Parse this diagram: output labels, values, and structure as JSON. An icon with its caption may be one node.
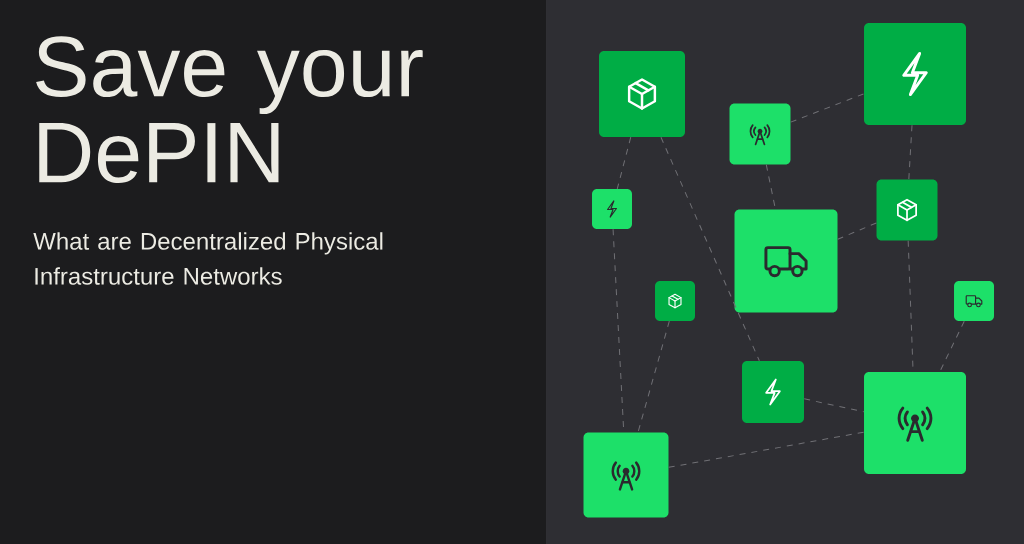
{
  "diagram": {
    "title": "Save your DePIN",
    "nodes": [
      {
        "text": [],
        "shape": "box"
      },
      {
        "text": [],
        "shape": "box"
      },
      {
        "text": [],
        "shape": "box"
      },
      {
        "text": [],
        "shape": "box"
      },
      {
        "text": [],
        "shape": "box"
      },
      {
        "text": [],
        "shape": "box"
      },
      {
        "text": [],
        "shape": "box"
      },
      {
        "text": [],
        "shape": "box"
      },
      {
        "text": [],
        "shape": "box"
      },
      {
        "text": [],
        "shape": "box"
      },
      {
        "text": [],
        "shape": "box"
      }
    ],
    "edges": [
      {
        "from": 0,
        "to": 3,
        "arrow": "none"
      },
      {
        "from": 0,
        "to": 8,
        "arrow": "none"
      },
      {
        "from": 1,
        "to": 2,
        "arrow": "none"
      },
      {
        "from": 1,
        "to": 4,
        "arrow": "none"
      },
      {
        "from": 2,
        "to": 5,
        "arrow": "none"
      },
      {
        "from": 5,
        "to": 4,
        "arrow": "none"
      },
      {
        "from": 5,
        "to": 9,
        "arrow": "none"
      },
      {
        "from": 3,
        "to": 10,
        "arrow": "none"
      },
      {
        "from": 6,
        "to": 10,
        "arrow": "none"
      },
      {
        "from": 8,
        "to": 9,
        "arrow": "none"
      },
      {
        "from": 10,
        "to": 9,
        "arrow": "none"
      },
      {
        "from": 7,
        "to": 9,
        "arrow": "none"
      }
    ],
    "labels": [
      "What are Decentralized Physical Infrastructure Networks"
    ]
  }
}
